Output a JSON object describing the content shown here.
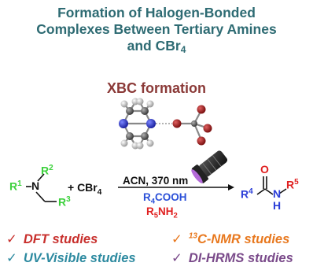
{
  "title": {
    "line1": "Formation of Halogen-Bonded",
    "line2": "Complexes Between Tertiary Amines",
    "line3_prefix": "and CBr",
    "line3_sub": "4"
  },
  "xbc_label": "XBC formation",
  "reaction": {
    "amine": {
      "r1": "R",
      "r1_sup": "1",
      "n": "N",
      "r2": "R",
      "r2_sup": "2",
      "r3": "R",
      "r3_sup": "3"
    },
    "plus": "+ CBr",
    "plus_sub": "4",
    "conditions": "ACN, 370 nm",
    "reagent1": {
      "a": "R",
      "a_sub": "4",
      "b": "COOH"
    },
    "reagent2": {
      "a": "R",
      "a_sub": "5",
      "b": "NH",
      "b_sub": "2"
    },
    "product": {
      "o": "O",
      "r4": "R",
      "r4_sup": "4",
      "n": "N",
      "h": "H",
      "r5": "R",
      "r5_sup": "5"
    }
  },
  "studies": [
    {
      "check": "✓",
      "text": "DFT studies",
      "color": "#c8302d"
    },
    {
      "check": "✓",
      "sup": "13",
      "text": "C-NMR studies",
      "color": "#e8781e"
    },
    {
      "check": "✓",
      "text": "UV-Visible studies",
      "color": "#2d8aa0"
    },
    {
      "check": "✓",
      "text": "DI-HRMS studies",
      "color": "#7a4a8a"
    }
  ],
  "colors": {
    "title": "#2e6b73",
    "xbc": "#8b3a38",
    "amine": "#3cd13c",
    "acid": "#2b50d8",
    "amineReagent": "#e02020",
    "product_blue": "#2b3ed8",
    "product_red": "#e02020",
    "bromine": "#a01c1c",
    "nitrogen": "#2a3bd0"
  }
}
